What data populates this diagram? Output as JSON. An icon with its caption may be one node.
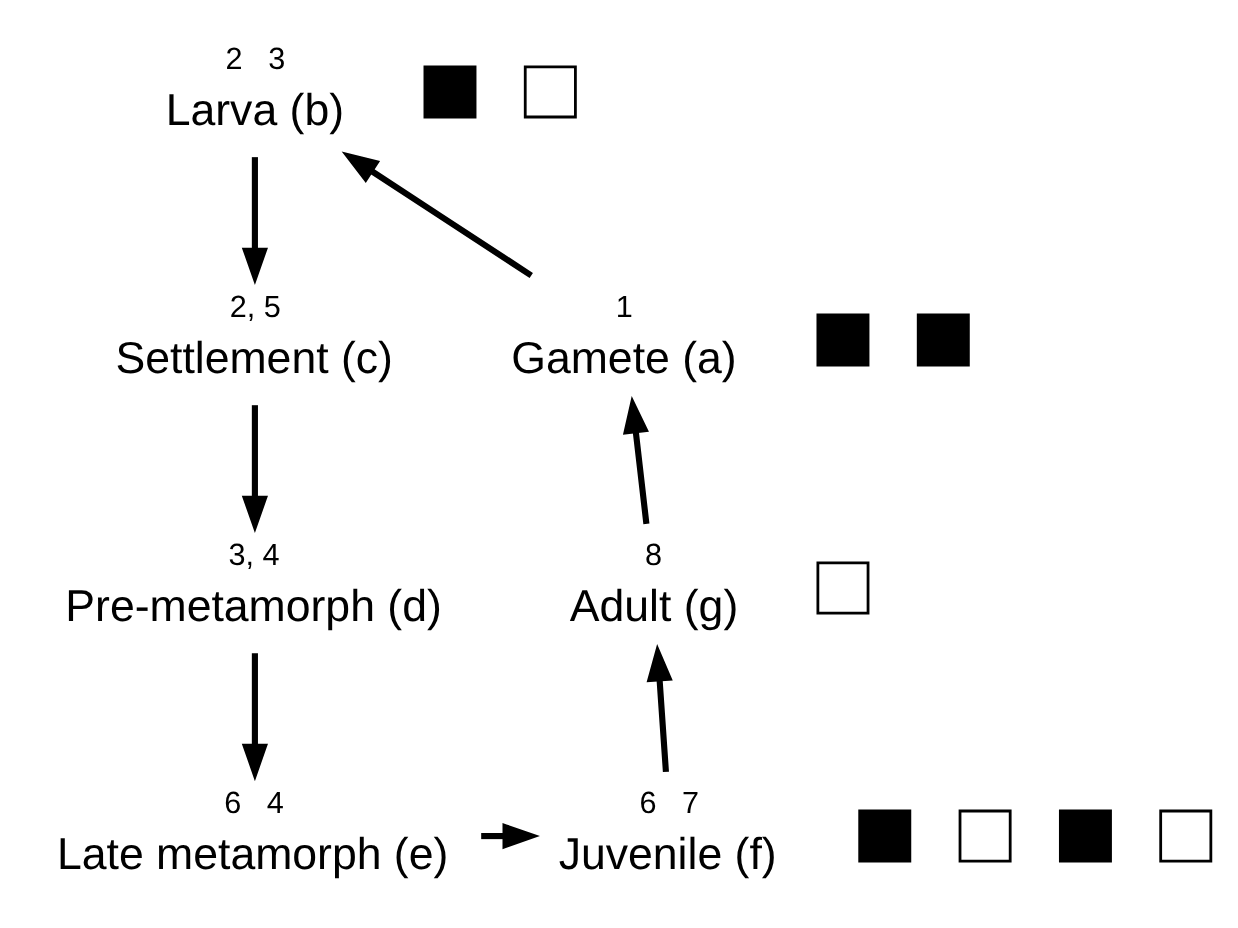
{
  "diagram": {
    "nodes": [
      {
        "text": [
          "Larva (b)"
        ],
        "beside": [
          "2",
          "3"
        ]
      },
      {
        "text": [],
        "shape": "box"
      },
      {
        "text": [],
        "shape": "box"
      },
      {
        "text": [
          "Gamete (a)"
        ],
        "beside": [
          "1"
        ]
      },
      {
        "text": [],
        "shape": "box"
      },
      {
        "text": [
          "Settlement (c)"
        ],
        "beside": [
          "2, 5"
        ]
      },
      {
        "text": [],
        "shape": "box"
      },
      {
        "text": [
          "Adult (g)"
        ],
        "beside": [
          "8"
        ]
      },
      {
        "text": [
          "Pre-metamorph (d)"
        ],
        "beside": [
          "3, 4"
        ]
      },
      {
        "text": [],
        "shape": "box"
      },
      {
        "text": [
          "Juvenile (f)"
        ],
        "beside": [
          "6",
          "7"
        ]
      },
      {
        "text": [],
        "shape": "box"
      },
      {
        "text": [],
        "shape": "box"
      },
      {
        "text": [
          "Late metamorph (e)"
        ],
        "beside": [
          "6",
          "4"
        ]
      },
      {
        "text": [],
        "shape": "box"
      },
      {
        "text": [],
        "shape": "box"
      }
    ],
    "edges": [
      {
        "from": 3,
        "to": 0,
        "arrow": "to"
      },
      {
        "from": 0,
        "to": 5,
        "arrow": "to"
      },
      {
        "from": 5,
        "to": 8,
        "arrow": "to"
      },
      {
        "from": 8,
        "to": 13,
        "arrow": "to"
      },
      {
        "from": 13,
        "to": 10,
        "arrow": "to"
      },
      {
        "from": 10,
        "to": 7,
        "arrow": "to"
      },
      {
        "from": 7,
        "to": 3,
        "arrow": "to"
      }
    ]
  }
}
